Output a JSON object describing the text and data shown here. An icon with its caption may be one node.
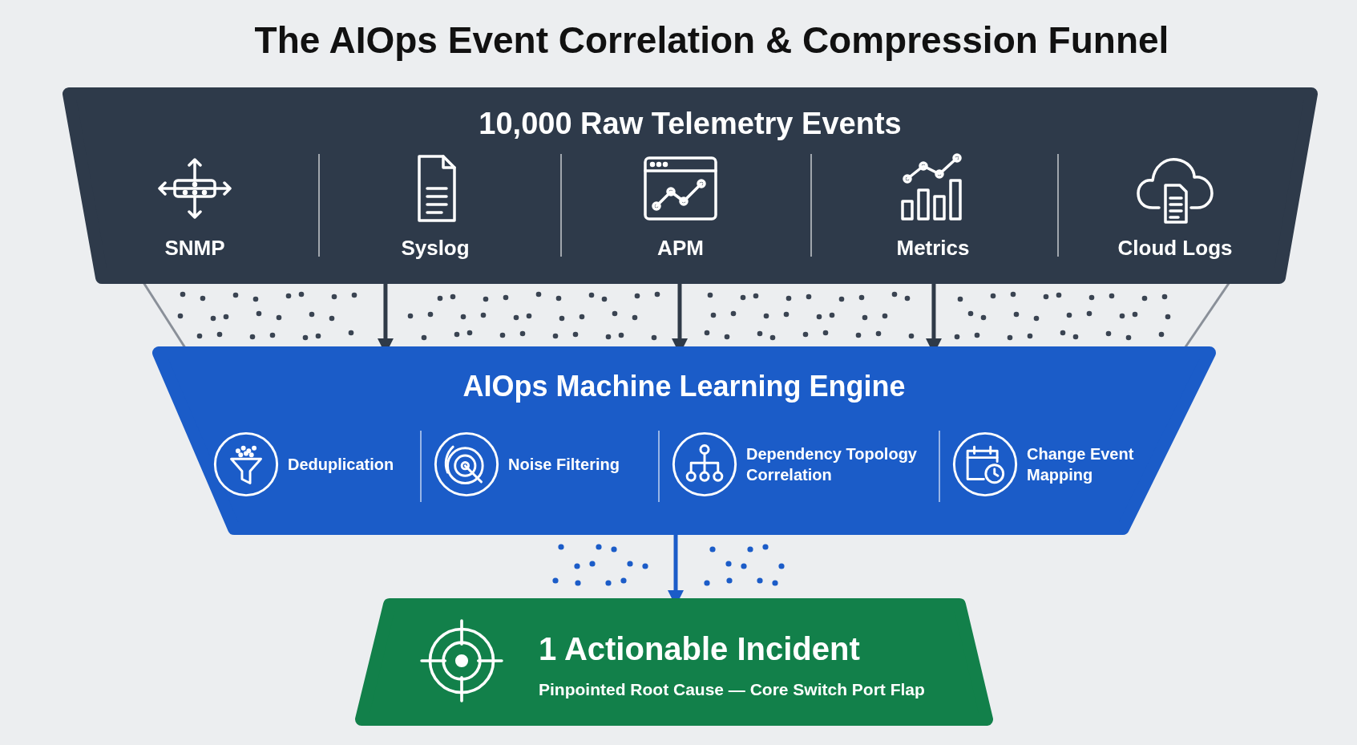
{
  "diagram": {
    "title": "The AIOps Event Correlation & Compression Funnel",
    "nodes": [
      {
        "text": [
          "10,000 Raw Telemetry Events"
        ]
      },
      {
        "text": [
          "SNMP"
        ],
        "in": 0
      },
      {
        "text": [
          "Syslog"
        ],
        "in": 0
      },
      {
        "text": [
          "APM"
        ],
        "in": 0
      },
      {
        "text": [
          "Metrics"
        ],
        "in": 0
      },
      {
        "text": [
          "Cloud Logs"
        ],
        "in": 0
      },
      {
        "text": [
          "AIOps Machine Learning Engine"
        ]
      },
      {
        "text": [
          "Deduplication"
        ],
        "in": 6
      },
      {
        "text": [
          "Noise Filtering"
        ],
        "in": 6
      },
      {
        "text": [
          "Dependency Topology Correlation"
        ],
        "in": 6
      },
      {
        "text": [
          "Change Event Mapping"
        ],
        "in": 6
      },
      {
        "text": [
          "1 Actionable Incident",
          "Pinpointed Root Cause — Core Switch Port Flap"
        ]
      }
    ],
    "edges": [
      {
        "from": 0,
        "to": 6,
        "arrow": "to"
      },
      {
        "from": 0,
        "to": 6,
        "arrow": "to"
      },
      {
        "from": 0,
        "to": 6,
        "arrow": "to"
      },
      {
        "from": 6,
        "to": 11,
        "arrow": "to",
        "color": "#1b5cc8"
      },
      {
        "from": 0,
        "to": 6,
        "arrow": "none",
        "color": "#8a9099"
      },
      {
        "from": 0,
        "to": 6,
        "arrow": "none",
        "color": "#8a9099"
      }
    ]
  }
}
